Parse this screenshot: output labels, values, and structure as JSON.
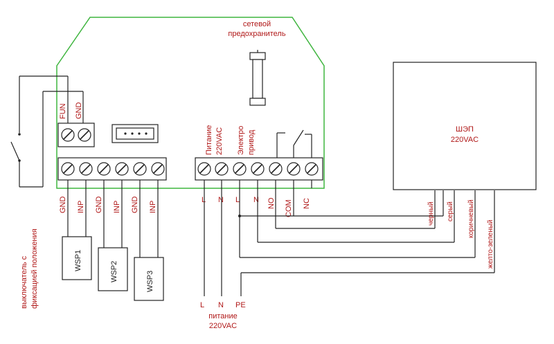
{
  "labels": {
    "fuse": [
      "сетевой",
      "предохранитель"
    ],
    "fun": "FUN",
    "gnd_top": "GND",
    "power_in": [
      "Питание",
      "220VAC"
    ],
    "drive": [
      "Электро",
      "привод"
    ],
    "shep": [
      "ШЭП",
      "220VAC"
    ],
    "bottom_terms": [
      "GND",
      "INP",
      "GND",
      "INP",
      "GND",
      "INP"
    ],
    "power_terms": [
      "L",
      "N",
      "L",
      "N",
      "NO",
      "COM",
      "NC"
    ],
    "sensors": [
      "WSP1",
      "WSP2",
      "WSP3"
    ],
    "wire_colors": [
      "черный",
      "серый",
      "коричневый",
      "желто-зеленый"
    ],
    "supply": {
      "L": "L",
      "N": "N",
      "PE": "PE",
      "caption": [
        "питание",
        "220VAC"
      ]
    },
    "switch_caption": [
      "выключатель с",
      "фиксацией положения"
    ]
  },
  "colors": {
    "board": "#3fb53f",
    "text": "#b01818",
    "line": "#222222"
  }
}
